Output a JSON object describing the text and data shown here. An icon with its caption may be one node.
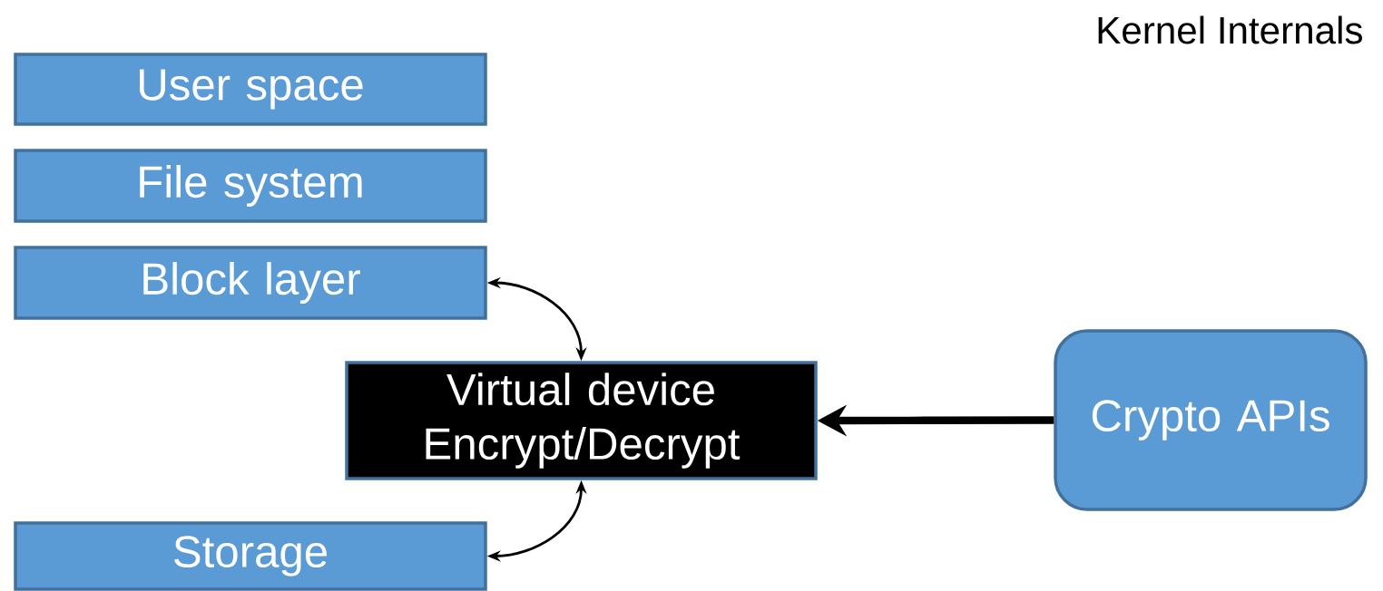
{
  "diagram": {
    "title": "Kernel Internals",
    "nodes": [
      {
        "text": [
          "User space"
        ]
      },
      {
        "text": [
          "File system"
        ]
      },
      {
        "text": [
          "Block layer"
        ]
      },
      {
        "text": [
          "Virtual device Encrypt/Decrypt"
        ]
      },
      {
        "text": [
          "Crypto APIs"
        ]
      },
      {
        "text": [
          "Storage"
        ]
      }
    ],
    "edges": [
      {
        "from": 2,
        "to": 3,
        "arrow": "both"
      },
      {
        "from": 5,
        "to": 3,
        "arrow": "both"
      },
      {
        "from": 4,
        "to": 3,
        "arrow": "to",
        "style": "thick"
      }
    ]
  }
}
